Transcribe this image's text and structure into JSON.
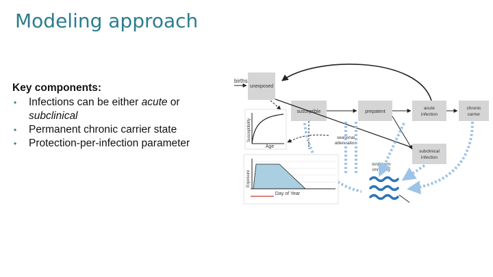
{
  "slide": {
    "title": "Modeling approach",
    "heading": "Key components:",
    "bullets": [
      {
        "pre": "Infections can be either ",
        "em1": "acute",
        "mid": " or ",
        "em2": "subclinical"
      },
      {
        "text": "Permanent chronic carrier state"
      },
      {
        "text": "Protection-per-infection parameter"
      }
    ]
  },
  "diagram": {
    "births": "births",
    "unexposed": "unexposed",
    "susceptible": "susceptible",
    "prepatent": "prepatent",
    "acute_1": "acute",
    "acute_2": "infection",
    "chronic_1": "chronic",
    "chronic_2": "carrier",
    "subclinical_1": "subclinical",
    "subclinical_2": "infection",
    "seasonal_1": "seasonal",
    "seasonal_2": "attenuation",
    "longterm_1": "long-term",
    "longterm_2": "immunity",
    "inset_top_ylabel": "Susceptibility",
    "inset_top_xlabel": "Age",
    "inset_bot_ylabel": "Exposure",
    "inset_bot_xlabel": "Day of Year"
  },
  "colors": {
    "title": "#2b7d8c",
    "node": "#d5d5d5",
    "arrow_blue": "#9dc3e6",
    "water": "#2e75b6",
    "fill_area": "#a9cfe0",
    "red_bar": "#c0392b"
  }
}
